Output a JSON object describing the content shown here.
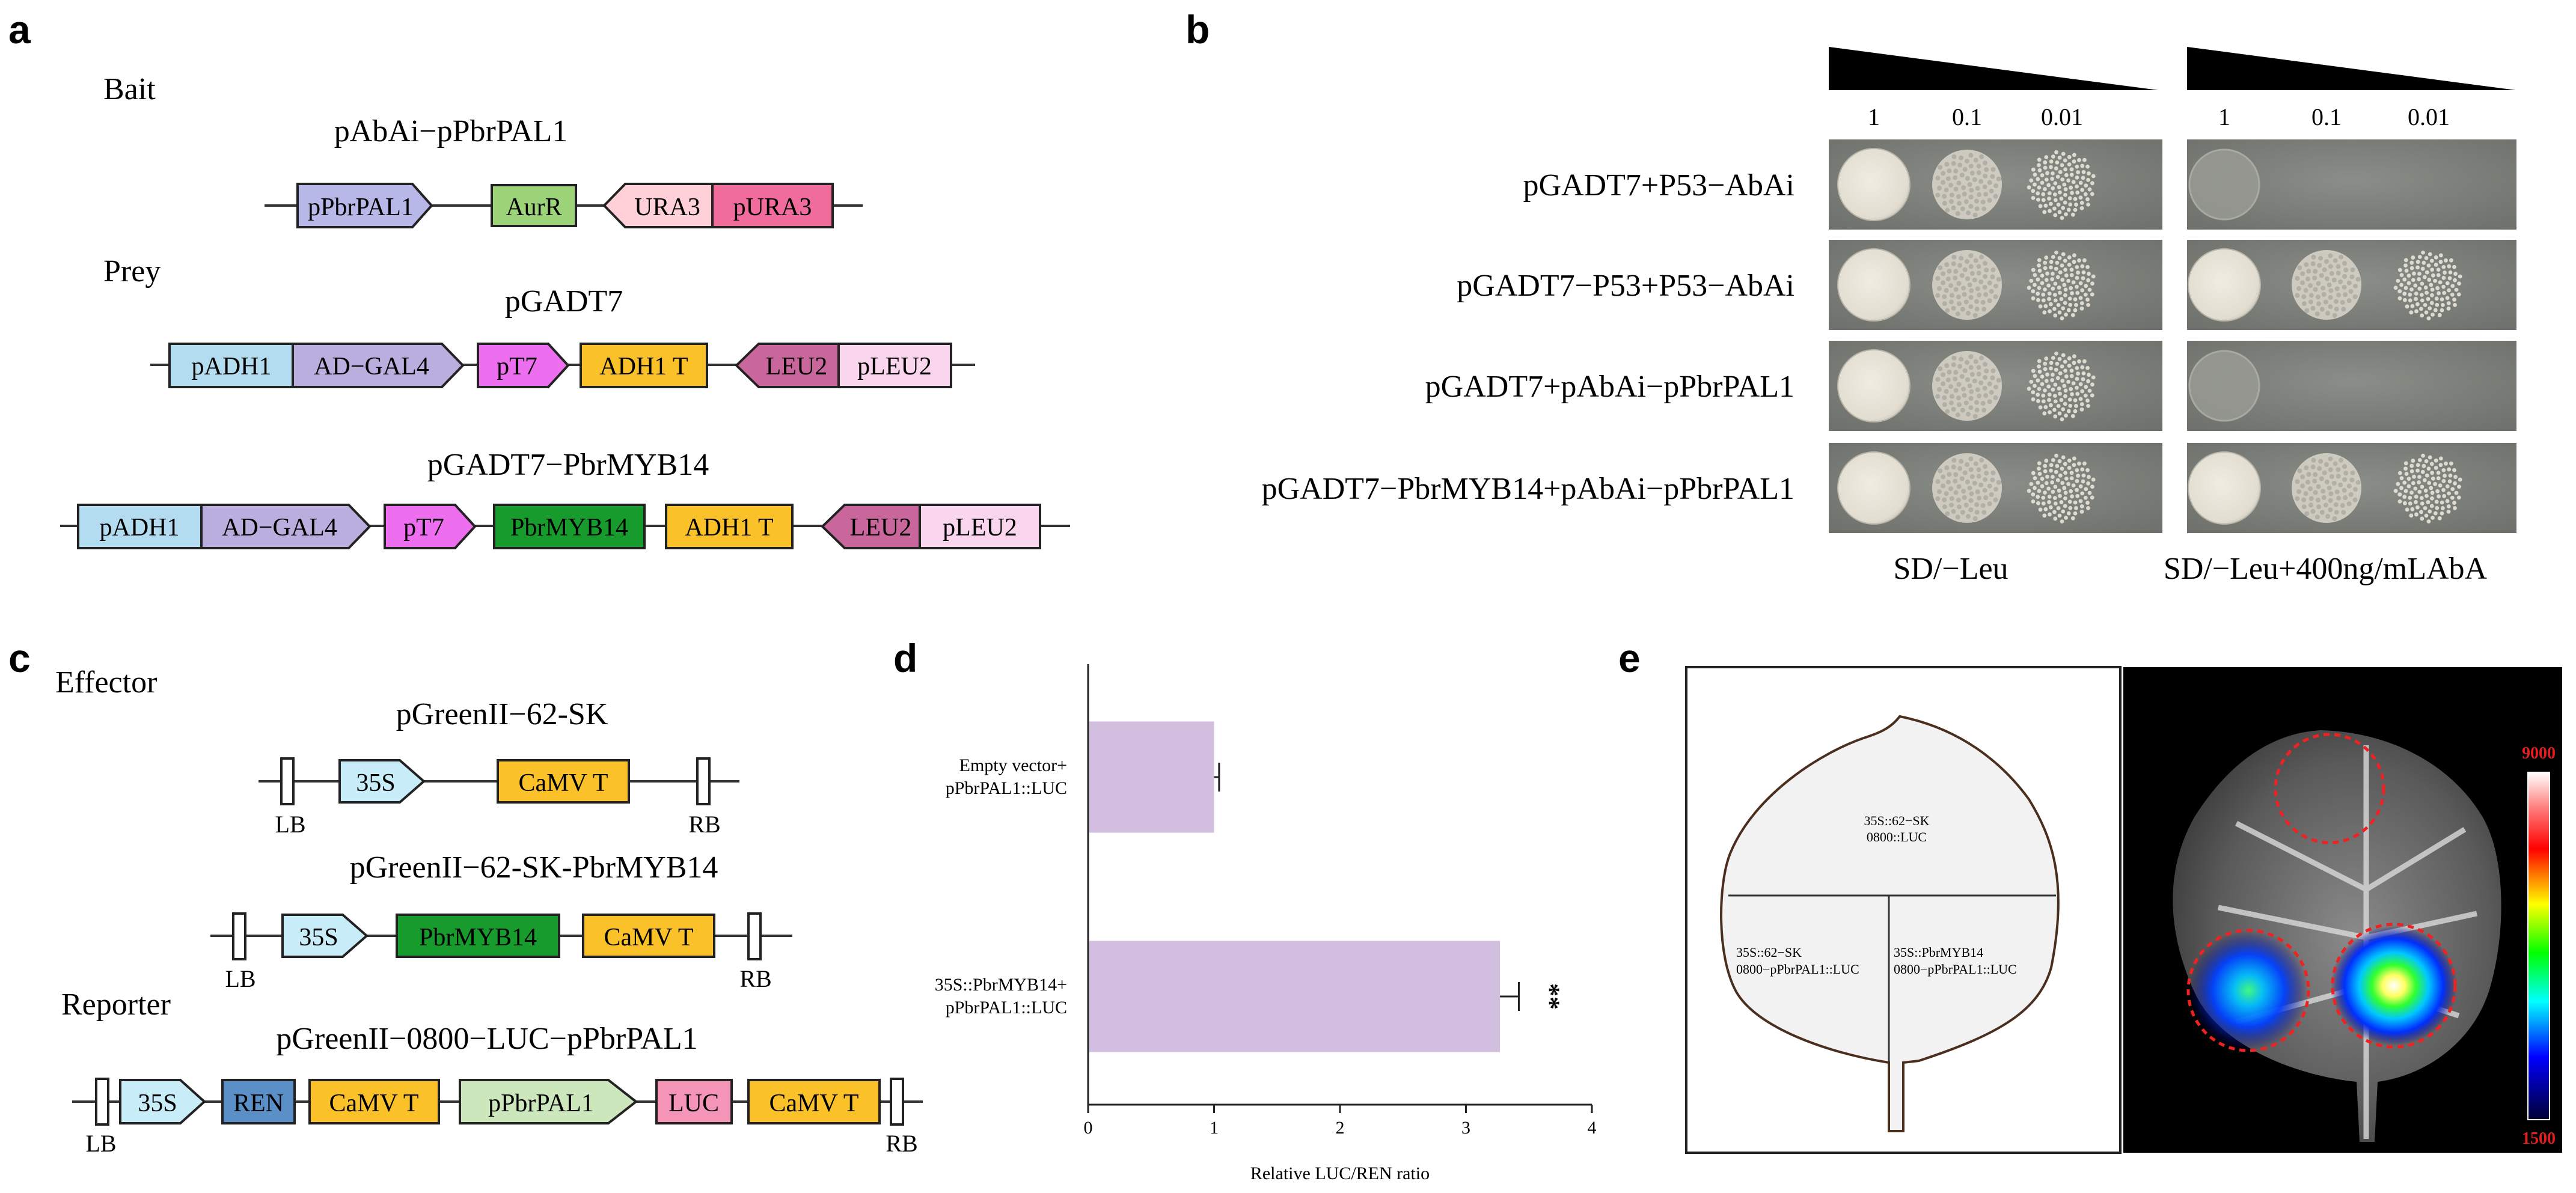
{
  "panels": {
    "a": {
      "letter": "a",
      "bait_label": "Bait",
      "bait_title": "pAbAi−pPbrPAL1",
      "bait_parts": [
        "pPbrPAL1",
        "AurR",
        "URA3",
        "pURA3"
      ],
      "prey_label": "Prey",
      "prey1_title": "pGADT7",
      "prey1_parts": [
        "pADH1",
        "AD−GAL4",
        "pT7",
        "ADH1 T",
        "LEU2",
        "pLEU2"
      ],
      "prey2_title": "pGADT7−PbrMYB14",
      "prey2_parts": [
        "pADH1",
        "AD−GAL4",
        "pT7",
        "PbrMYB14",
        "ADH1 T",
        "LEU2",
        "pLEU2"
      ]
    },
    "b": {
      "letter": "b",
      "dilutions": [
        "1",
        "0.1",
        "0.01"
      ],
      "rows": [
        "pGADT7+P53−AbAi",
        "pGADT7−P53+P53−AbAi",
        "pGADT7+pAbAi−pPbrPAL1",
        "pGADT7−PbrMYB14+pAbAi−pPbrPAL1"
      ],
      "media": [
        "SD/−Leu",
        "SD/−Leu+400ng/mLAbA"
      ],
      "growth_left": [
        [
          1,
          0.85,
          0.6
        ],
        [
          1,
          0.85,
          0.6
        ],
        [
          1,
          0.85,
          0.6
        ],
        [
          1,
          0.85,
          0.6
        ]
      ],
      "growth_right": [
        [
          0.15,
          0,
          0
        ],
        [
          1,
          0.85,
          0.6
        ],
        [
          0.15,
          0,
          0
        ],
        [
          1,
          0.85,
          0.6
        ]
      ]
    },
    "c": {
      "letter": "c",
      "effector_label": "Effector",
      "eff1_title": "pGreenII−62-SK",
      "eff1_parts": [
        "35S",
        "CaMV T"
      ],
      "eff2_title": "pGreenII−62-SK-PbrMYB14",
      "eff2_parts": [
        "35S",
        "PbrMYB14",
        "CaMV T"
      ],
      "reporter_label": "Reporter",
      "rep_title": "pGreenII−0800−LUC−pPbrPAL1",
      "rep_parts": [
        "35S",
        "REN",
        "CaMV T",
        "pPbrPAL1",
        "LUC",
        "CaMV T"
      ],
      "lb": "LB",
      "rb": "RB"
    },
    "d": {
      "letter": "d",
      "significance": "**"
    },
    "e": {
      "letter": "e",
      "leaf_top_label": [
        "35S::62−SK",
        "0800::LUC"
      ],
      "leaf_left_label": [
        "35S::62−SK",
        "0800−pPbrPAL1::LUC"
      ],
      "leaf_right_label": [
        "35S::PbrMYB14",
        "0800−pPbrPAL1::LUC"
      ],
      "scale_max": "9000",
      "scale_min": "1500"
    }
  },
  "chart_data": {
    "type": "bar",
    "orientation": "horizontal",
    "categories": [
      [
        "Empty vector+",
        "pPbrPAL1::LUC"
      ],
      [
        "35S::PbrMYB14+",
        "pPbrPAL1::LUC"
      ]
    ],
    "values": [
      1.0,
      3.27
    ],
    "errors": [
      0.04,
      0.15
    ],
    "xlabel": "Relative LUC/REN ratio",
    "xlim": [
      0,
      4
    ],
    "xticks": [
      "0",
      "1",
      "2",
      "3",
      "4"
    ],
    "bar_color": "#d2bfe0"
  },
  "colors": {
    "promoter_purple": "#b7b7e8",
    "aurR_green": "#9dd47a",
    "ura3_pink": "#ffd0d8",
    "pura3_pink": "#f06c9b",
    "padh1_blue": "#b4dcf0",
    "adgal4_lavender": "#b9aede",
    "pt7_magenta": "#ee6ef0",
    "orange_terminator": "#fbc128",
    "leu2_mauve": "#c9679c",
    "pleu2_pink": "#fad5ee",
    "myb14_green": "#169b2c",
    "s35_lightblue": "#c8ecf8",
    "ren_blue": "#5a8fc7",
    "ppal1_lightgreen": "#cde7bc",
    "luc_pink": "#f494b6",
    "plate_bg": "#7c7f7a"
  }
}
